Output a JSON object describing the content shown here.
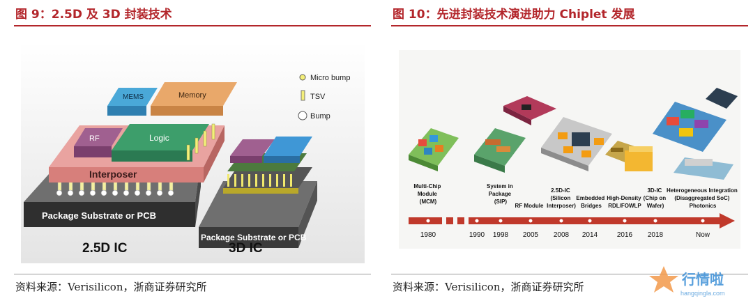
{
  "left_figure": {
    "title": "图 9：2.5D 及 3D 封装技术",
    "legend": {
      "micro_bump": "Micro bump",
      "tsv": "TSV",
      "bump": "Bump"
    },
    "labels": {
      "mems": "MEMS",
      "memory": "Memory",
      "rf": "RF",
      "logic": "Logic",
      "interposer": "Interposer",
      "substrate_left": "Package Substrate or PCB",
      "substrate_right": "Package Substrate or PCB",
      "caption_left": "2.5D IC",
      "caption_right": "3D IC"
    },
    "source": "资料来源：Verisilicon，浙商证券研究所"
  },
  "right_figure": {
    "title": "图 10：先进封装技术演进助力 Chiplet 发展",
    "stages": [
      {
        "label": [
          "Multi-Chip",
          "Module",
          "(MCM)"
        ],
        "year": "1980"
      },
      {
        "label": [
          "System in",
          "Package",
          "(SIP)"
        ],
        "year": "1998"
      },
      {
        "label": [
          "RF Module"
        ],
        "year": "2005"
      },
      {
        "label": [
          "2.5D-IC",
          "(Silicon",
          "Interposer)"
        ],
        "year": "2008"
      },
      {
        "label": [
          "Embedded",
          "Bridges"
        ],
        "year": "2014"
      },
      {
        "label": [
          "High-Density",
          "RDL/FOWLP"
        ],
        "year": "2016"
      },
      {
        "label": [
          "3D-IC",
          "(Chip on",
          "Wafer)"
        ],
        "year": "2018"
      },
      {
        "label": [
          "Heterogeneous Integration",
          "(Disaggregated SoC)",
          "Photonics"
        ],
        "year": "Now"
      }
    ],
    "extra_year": "1990",
    "source": "资料来源：Verisilicon，浙商证券研究所"
  },
  "watermark": {
    "brand": "行情啦",
    "domain": "hangqingla.com"
  },
  "colors": {
    "accent": "#b3262b",
    "timeline": "#c0392b"
  }
}
